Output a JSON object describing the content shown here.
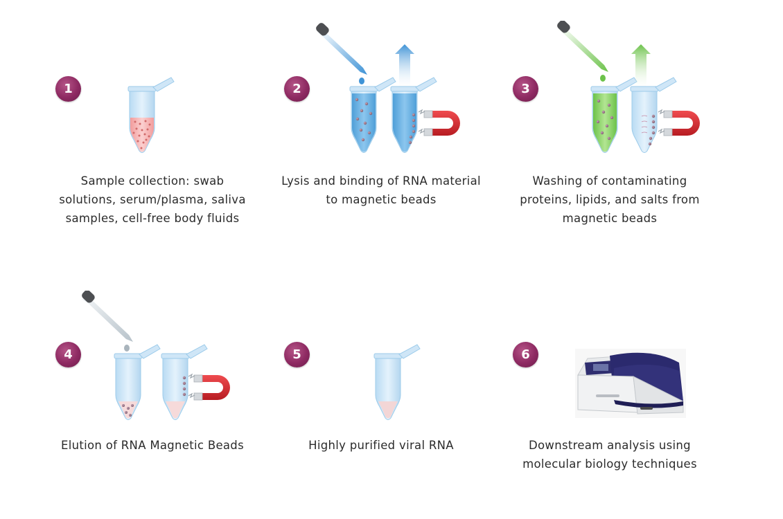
{
  "steps": [
    {
      "number": "1",
      "caption": [
        "Sample collection: swab",
        "solutions, serum/plasma, saliva",
        "samples, cell-free body fluids"
      ]
    },
    {
      "number": "2",
      "caption": [
        "Lysis and binding of RNA material",
        "to magnetic beads"
      ]
    },
    {
      "number": "3",
      "caption": [
        "Washing of contaminating",
        "proteins, lipids, and salts from",
        "magnetic beads"
      ]
    },
    {
      "number": "4",
      "caption": [
        "Elution of RNA Magnetic Beads"
      ]
    },
    {
      "number": "5",
      "caption": [
        "Highly purified viral RNA"
      ]
    },
    {
      "number": "6",
      "caption": [
        "Downstream analysis using",
        "molecular biology techniques"
      ]
    }
  ],
  "colors": {
    "badge": "#8e2a62",
    "tube": "#cfe6f7",
    "sample_red": "#f4a7a7",
    "lysis_blue": "#6bb1e3",
    "wash_green": "#8fd46a",
    "magnet_red": "#d9242a",
    "device_purple": "#2b2a6e"
  },
  "icons": [
    "microcentrifuge-tube-icon",
    "dropper-icon",
    "magnet-icon",
    "arrow-up-icon",
    "spectrophotometer-icon"
  ]
}
